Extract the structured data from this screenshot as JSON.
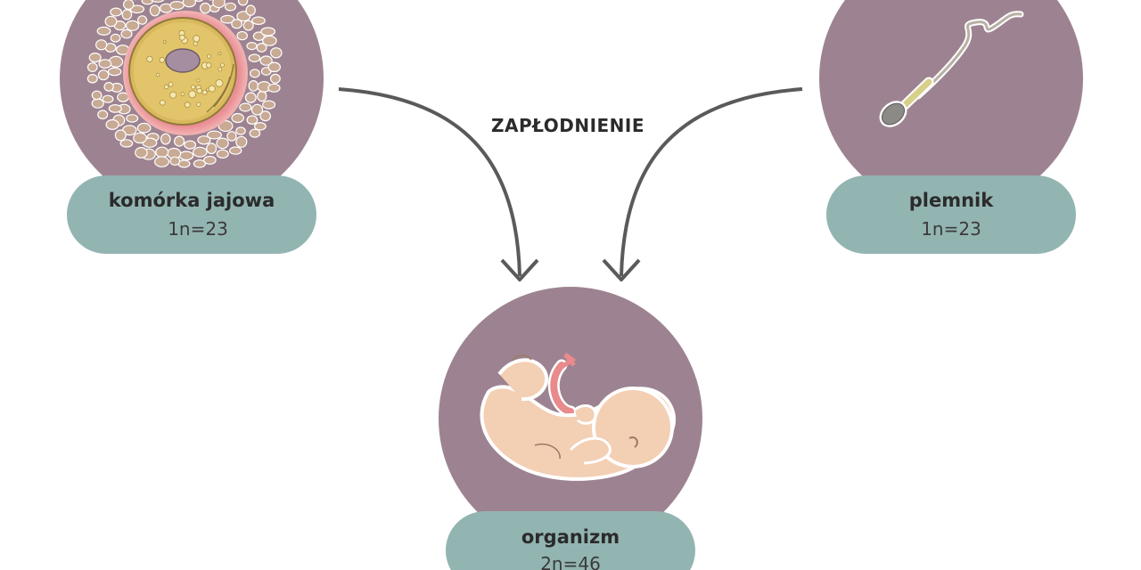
{
  "process": {
    "label": "ZAPŁODNIENIE"
  },
  "nodes": {
    "egg": {
      "title": "komórka jajowa",
      "subtitle": "1n=23"
    },
    "sperm": {
      "title": "plemnik",
      "subtitle": "1n=23"
    },
    "organism": {
      "title": "organizm",
      "subtitle": "2n=46"
    }
  },
  "colors": {
    "circle": "#9d8391",
    "label_box": "#93b5b2",
    "arrow": "#5a5a5a"
  },
  "icons": {
    "egg": "egg-cell-icon",
    "sperm": "sperm-cell-icon",
    "organism": "fetus-icon"
  }
}
